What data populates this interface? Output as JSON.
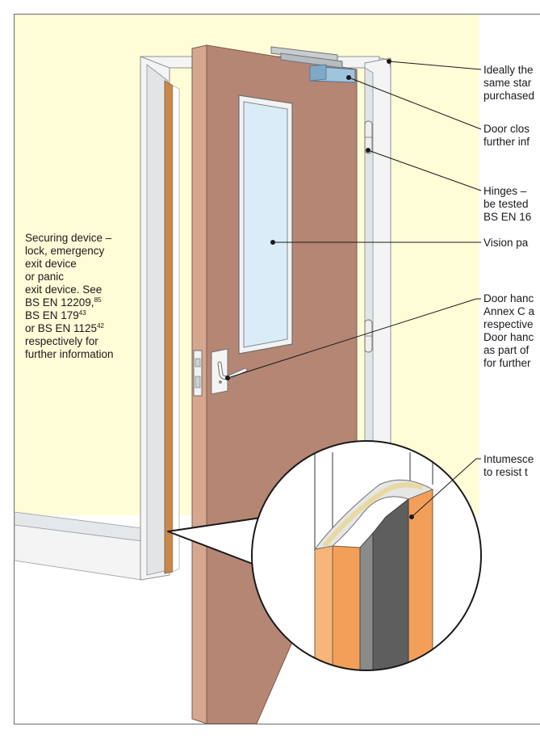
{
  "colors": {
    "wall": "#FFFCD8",
    "door_face": "#B58674",
    "door_edge": "#D6A78F",
    "glass": "#D9ECF8",
    "frame": "#F2F2F2",
    "inset_orange": "#F7B57A",
    "inset_seal": "#5E5E5E"
  },
  "labels": {
    "frame": [
      "Ideally the",
      "same star",
      "purchased"
    ],
    "closer": [
      "Door clos",
      "further inf"
    ],
    "hinges": [
      "Hinges –",
      "be tested",
      "BS EN 16"
    ],
    "vision": [
      "Vision pa"
    ],
    "handle": [
      "Door hanc",
      "Annex C a",
      "respective",
      "Door hanc",
      "as part of",
      "for further"
    ],
    "intumescent": [
      "Intumesce",
      "to resist t"
    ]
  },
  "securing": {
    "lines": [
      "Securing device –",
      "lock, emergency",
      "exit device",
      "or panic",
      "exit device. See"
    ],
    "std1": "BS EN 12209,",
    "ref1": "85",
    "std2": "BS EN 179",
    "ref2": "43",
    "std3": "or BS EN 1125",
    "ref3": "42",
    "tail": [
      "respectively for",
      "further information"
    ]
  }
}
